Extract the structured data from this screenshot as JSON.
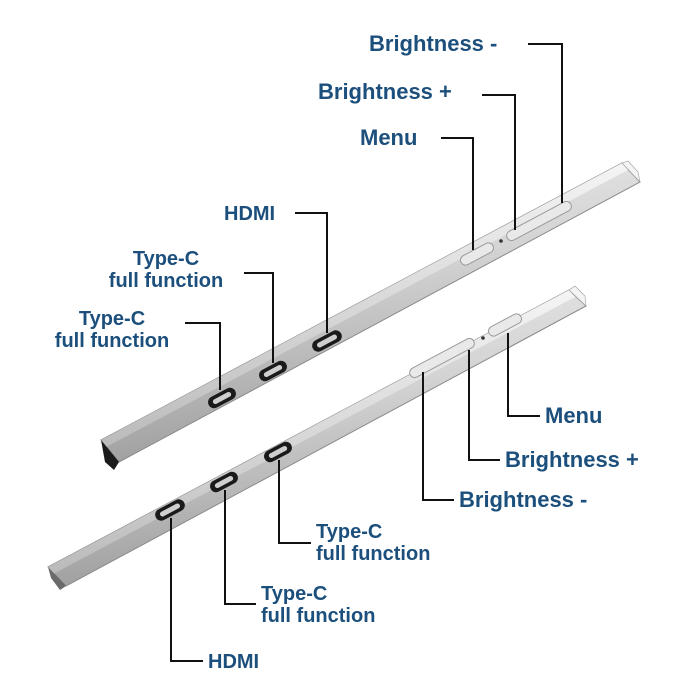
{
  "colors": {
    "label": "#1c4f7c",
    "leader": "#111111",
    "bar_light": "#e4e4e4",
    "bar_mid": "#c4c4c4",
    "bar_dark": "#8f8f8f",
    "port": "#1a1a1a"
  },
  "top_unit": {
    "brightness_minus": "Brightness -",
    "brightness_plus": "Brightness +",
    "menu": "Menu",
    "hdmi": "HDMI",
    "typec_upper": {
      "line1": "Type-C",
      "line2": "full function"
    },
    "typec_lower": {
      "line1": "Type-C",
      "line2": "full function"
    }
  },
  "bottom_unit": {
    "menu": "Menu",
    "brightness_plus": "Brightness +",
    "brightness_minus": "Brightness -",
    "typec_upper": {
      "line1": "Type-C",
      "line2": "full function"
    },
    "typec_lower": {
      "line1": "Type-C",
      "line2": "full function"
    },
    "hdmi": "HDMI"
  }
}
